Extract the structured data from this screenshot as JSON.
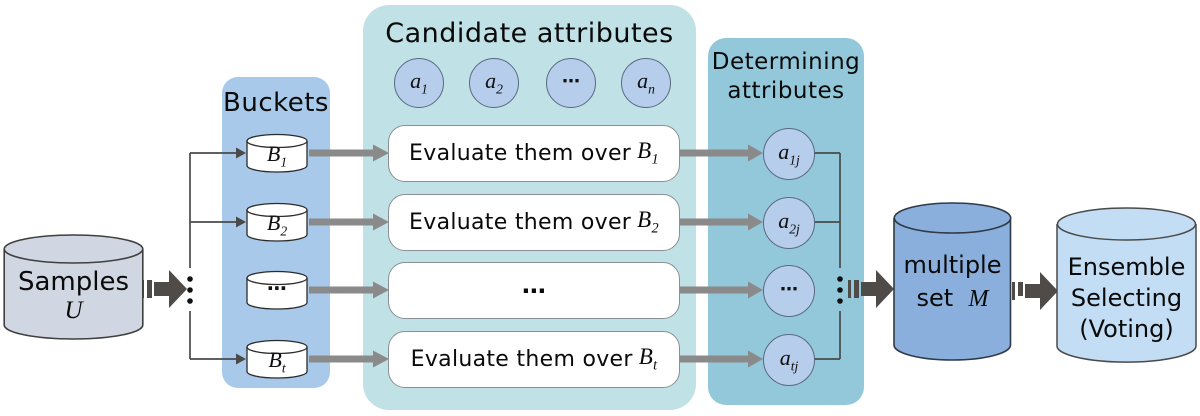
{
  "diagram_title": "Bucket-based ensemble attribute selection flow",
  "samples": {
    "line1": "Samples",
    "symbol": "U"
  },
  "flow_arrows": {
    "style": "striped-right-arrow",
    "count": 3
  },
  "buckets": {
    "title": "Buckets",
    "items": [
      {
        "base": "B",
        "sub": "1"
      },
      {
        "base": "B",
        "sub": "2"
      },
      {
        "base": "⋯",
        "sub": ""
      },
      {
        "base": "B",
        "sub": "t"
      }
    ]
  },
  "candidate": {
    "title": "Candidate attributes",
    "attributes": [
      {
        "base": "a",
        "sub": "1"
      },
      {
        "base": "a",
        "sub": "2"
      },
      {
        "base": "⋯",
        "sub": ""
      },
      {
        "base": "a",
        "sub": "n"
      }
    ],
    "evaluations": [
      {
        "text": "Evaluate them over",
        "base": "B",
        "sub": "1"
      },
      {
        "text": "Evaluate them over",
        "base": "B",
        "sub": "2"
      },
      {
        "text": "⋯",
        "base": "",
        "sub": ""
      },
      {
        "text": "Evaluate them over",
        "base": "B",
        "sub": "t"
      }
    ]
  },
  "determining": {
    "title_line1": "Determining",
    "title_line2": "attributes",
    "attributes": [
      {
        "base": "a",
        "sub": "1j"
      },
      {
        "base": "a",
        "sub": "2j"
      },
      {
        "base": "⋯",
        "sub": ""
      },
      {
        "base": "a",
        "sub": "tj"
      }
    ]
  },
  "multiple_set": {
    "line1": "multiple",
    "line2": "set",
    "symbol": "M"
  },
  "ensemble": {
    "line1": "Ensemble",
    "line2": "Selecting",
    "line3": "(Voting)"
  },
  "colors": {
    "buckets_panel": "#a8c9e9",
    "candidate_panel": "#c0e1e5",
    "determining_panel": "#93c7da",
    "samples_cylinder": "#d0d6e2",
    "multiple_cylinder": "#8aafdc",
    "ensemble_cylinder": "#c2ddf4",
    "bucket_cylinder": "#ffffff",
    "attribute_circle": "#b7cdec",
    "striped_arrow": "#4f4b48",
    "thick_connector": "#8a8a8a",
    "thin_connector": "#4a4a4a"
  }
}
